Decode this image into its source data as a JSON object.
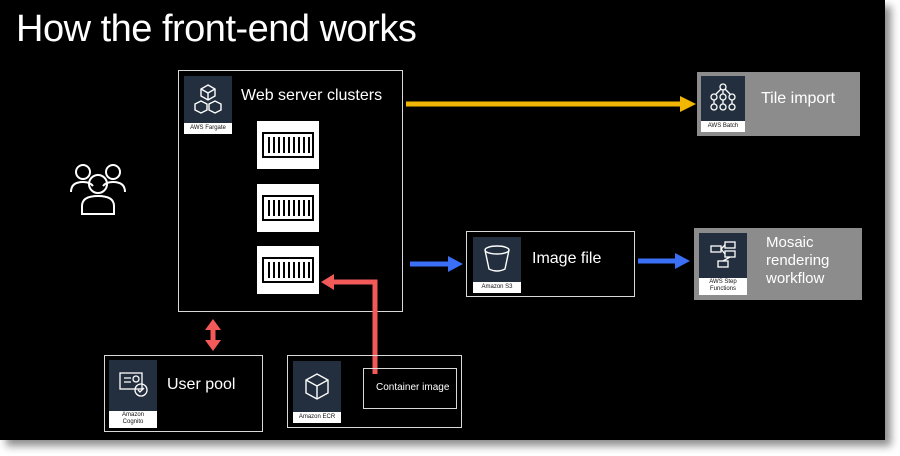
{
  "slide": {
    "title": "How the front-end works"
  },
  "nodes": {
    "web_server": {
      "label": "Web server clusters",
      "service": "AWS Fargate"
    },
    "tile_import": {
      "label": "Tile import",
      "service": "AWS Batch"
    },
    "image_file": {
      "label": "Image file",
      "service": "Amazon S3"
    },
    "mosaic": {
      "label_lines": [
        "Mosaic",
        "rendering",
        "workflow"
      ],
      "service_lines": [
        "AWS Step",
        "Functions"
      ]
    },
    "user_pool": {
      "label": "User pool",
      "service_lines": [
        "Amazon",
        "Cognito"
      ]
    },
    "ecr": {
      "service": "Amazon ECR",
      "inner_label": "Container image"
    }
  },
  "colors": {
    "background": "#000000",
    "arrow_yellow": "#f2b705",
    "arrow_blue": "#3b6ff5",
    "arrow_red": "#f25a5a",
    "card_gray": "#8c8c8c",
    "icon_navy": "#232f3e"
  },
  "icons": {
    "users": "users-icon",
    "fargate": "fargate-icon",
    "batch": "batch-icon",
    "s3": "s3-bucket-icon",
    "step_functions": "step-functions-icon",
    "cognito": "cognito-icon",
    "ecr": "ecr-icon",
    "container": "container-icon"
  }
}
